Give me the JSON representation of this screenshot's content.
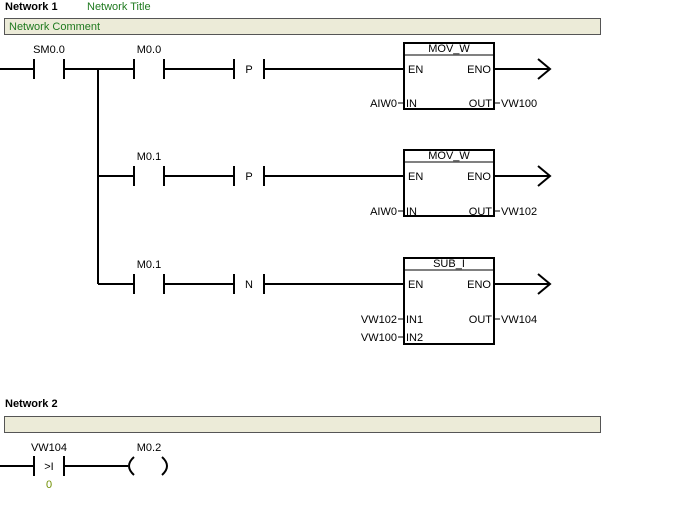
{
  "network1": {
    "label": "Network 1",
    "title": "Network Title",
    "comment": "Network Comment",
    "rung_contacts": {
      "sm00": "SM0.0",
      "m00": "M0.0",
      "m01_a": "M0.1",
      "m01_b": "M0.1",
      "edge_p1": "P",
      "edge_p2": "P",
      "edge_n": "N"
    },
    "blocks": [
      {
        "name": "MOV_W",
        "en": "EN",
        "eno": "ENO",
        "in_label": "IN",
        "in_value": "AIW0",
        "out_label": "OUT",
        "out_value": "VW100"
      },
      {
        "name": "MOV_W",
        "en": "EN",
        "eno": "ENO",
        "in_label": "IN",
        "in_value": "AIW0",
        "out_label": "OUT",
        "out_value": "VW102"
      },
      {
        "name": "SUB_I",
        "en": "EN",
        "eno": "ENO",
        "in1_label": "IN1",
        "in1_value": "VW102",
        "in2_label": "IN2",
        "in2_value": "VW100",
        "out_label": "OUT",
        "out_value": "VW104"
      }
    ]
  },
  "network2": {
    "label": "Network 2",
    "compare_operand": "VW104",
    "compare_op": ">I",
    "compare_value": "0",
    "coil": "M0.2"
  },
  "colors": {
    "title_green": "#1f7a1f",
    "comment_bg": "#ecebd8",
    "constant_olive": "#6f8f00"
  }
}
